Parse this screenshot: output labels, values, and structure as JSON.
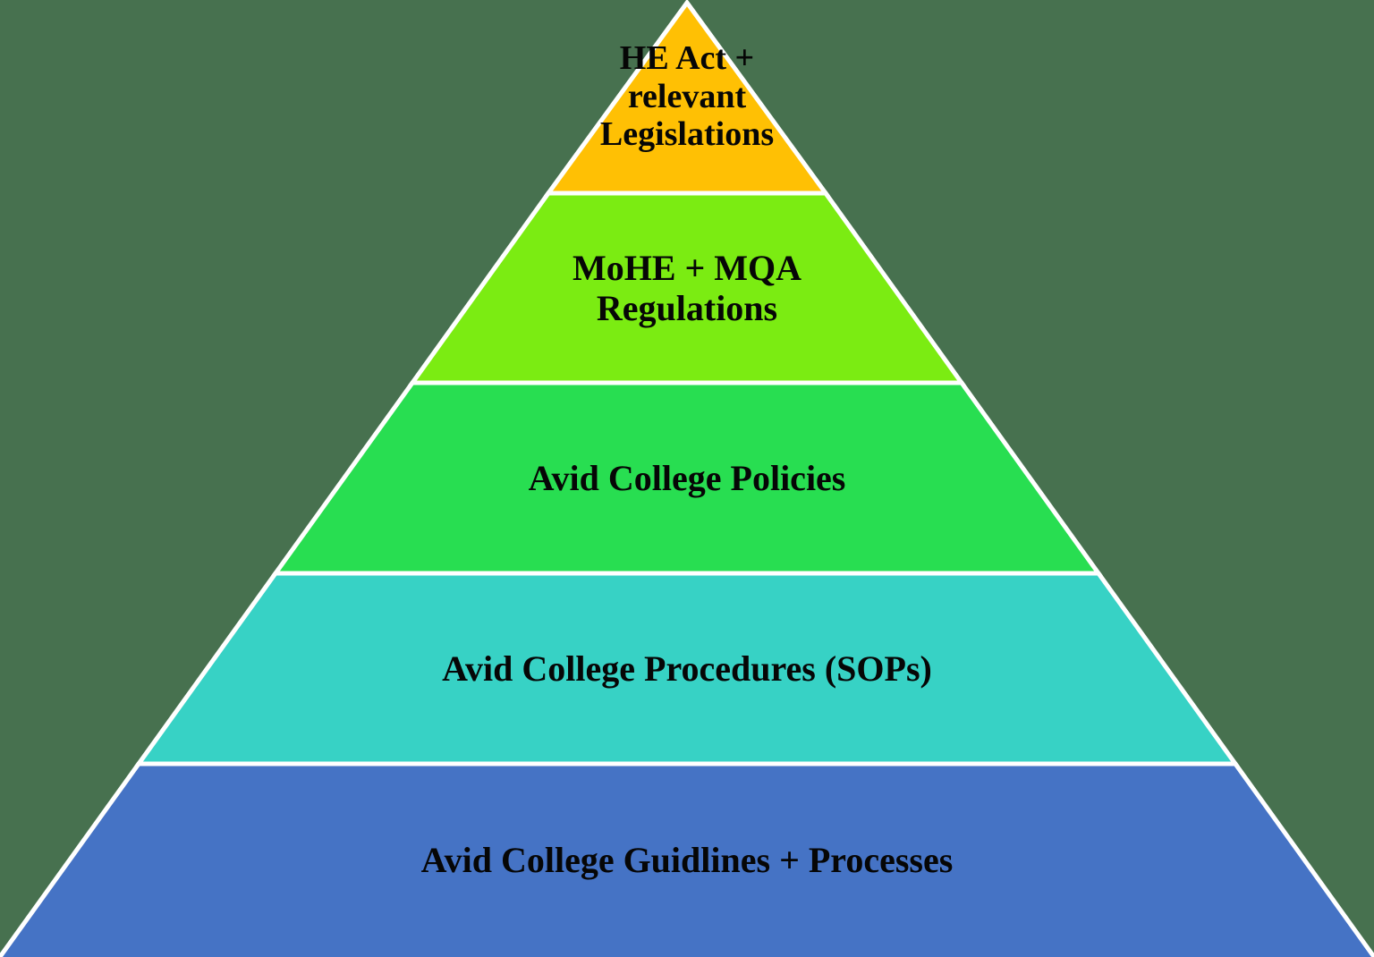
{
  "canvas": {
    "background_color": "#47714F",
    "separator_color": "#FFFFFF",
    "text_color": "#060606"
  },
  "pyramid": {
    "type": "pyramid-hierarchy",
    "levels": [
      {
        "name": "he-act-relevant-legislations",
        "lines": [
          "HE Act +",
          "relevant",
          "Legislations"
        ],
        "label": "HE Act + relevant Legislations",
        "color": "#FFC004"
      },
      {
        "name": "mohe-mqa-regulations",
        "lines": [
          "MoHE + MQA",
          "Regulations"
        ],
        "label": "MoHE + MQA Regulations",
        "color": "#7BEC12"
      },
      {
        "name": "avid-college-policies",
        "lines": [
          "Avid College Policies"
        ],
        "label": "Avid College Policies",
        "color": "#28DE51"
      },
      {
        "name": "avid-college-procedures-sops",
        "lines": [
          "Avid College Procedures (SOPs)"
        ],
        "label": "Avid College Procedures (SOPs)",
        "color": "#37D2C5"
      },
      {
        "name": "avid-college-guidlines-processes",
        "lines": [
          "Avid College Guidlines + Processes"
        ],
        "label": "Avid College Guidlines + Processes",
        "color": "#4573C5"
      }
    ]
  }
}
